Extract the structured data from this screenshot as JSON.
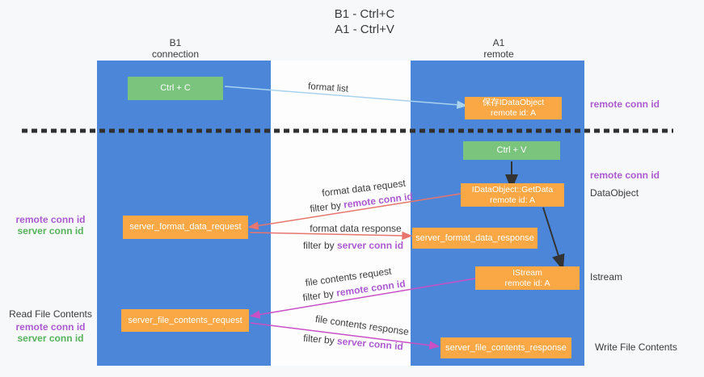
{
  "title": {
    "line1": "B1 - Ctrl+C",
    "line2": "A1 - Ctrl+V"
  },
  "columns": {
    "left": {
      "name": "B1",
      "role": "connection"
    },
    "right": {
      "name": "A1",
      "role": "remote"
    }
  },
  "boxes": {
    "ctrl_c": {
      "label": "Ctrl + C"
    },
    "ctrl_v": {
      "label": "Ctrl + V"
    },
    "save_idataobject": {
      "line1": "保存IDataObject",
      "line2": "remote id: A"
    },
    "idataobject_getdata": {
      "line1": "IDataObject::GetData",
      "line2": "remote id: A"
    },
    "istream": {
      "line1": "IStream",
      "line2": "remote id: A"
    },
    "server_format_data_request": {
      "label": "server_format_data_request"
    },
    "server_format_data_response": {
      "label": "server_format_data_response"
    },
    "server_file_contents_request": {
      "label": "server_file_contents_request"
    },
    "server_file_contents_response": {
      "label": "server_file_contents_response"
    }
  },
  "labels": {
    "format_list": "format list",
    "format_data_request": "format data request",
    "format_data_response": "format data response",
    "file_contents_request": "file contents request",
    "file_contents_response": "file contents response",
    "filter_by": "filter by",
    "remote_conn_id": "remote conn id",
    "server_conn_id": "server conn id",
    "dataobject": "DataObject",
    "istream": "Istream",
    "read_file_contents": "Read File Contents",
    "write_file_contents": "Write File Contents"
  },
  "colors": {
    "column_blue": "#4c86d8",
    "box_orange": "#f9a845",
    "key_green": "#7bc47e",
    "arrow_salmon": "#e8756e",
    "arrow_magenta": "#c94fc4",
    "arrow_lightblue": "#a8d2ee",
    "arrow_black": "#333333",
    "dashed_line": "#303030",
    "text_purple": "#ab5bd0",
    "text_green": "#57b25c"
  }
}
